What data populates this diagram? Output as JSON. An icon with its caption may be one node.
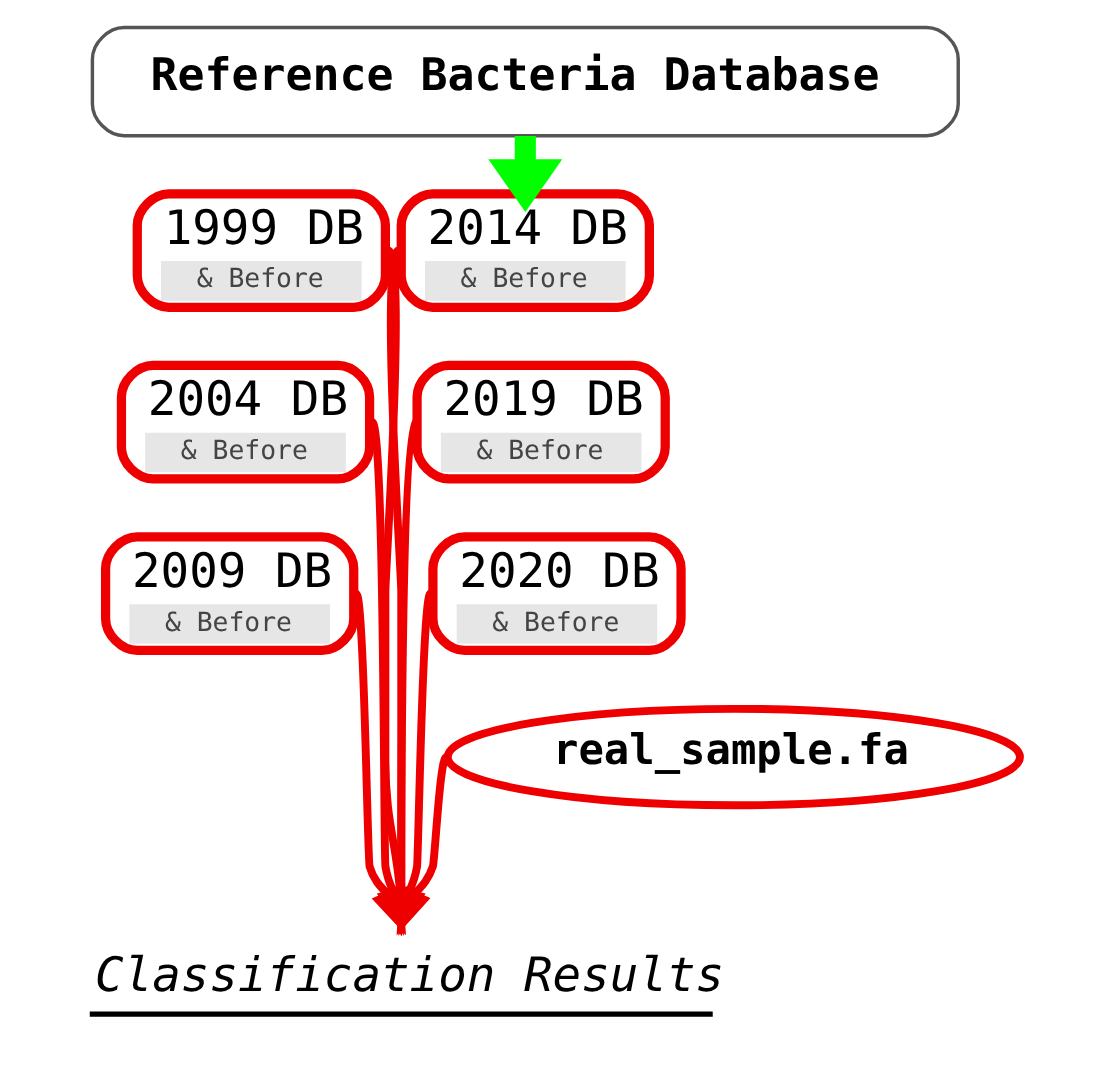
{
  "diagram": {
    "nodes": [
      {
        "text": [
          "Reference Bacteria Database"
        ]
      },
      {
        "text": [
          "1999 DB",
          "& Before"
        ]
      },
      {
        "text": [
          "2014 DB",
          "& Before"
        ]
      },
      {
        "text": [
          "2004 DB",
          "& Before"
        ]
      },
      {
        "text": [
          "2019 DB",
          "& Before"
        ]
      },
      {
        "text": [
          "2009 DB",
          "& Before"
        ]
      },
      {
        "text": [
          "2020 DB",
          "& Before"
        ]
      },
      {
        "text": [
          "real_sample.fa"
        ]
      },
      {
        "text": [
          "Classification Results"
        ]
      }
    ],
    "edges": [
      {
        "from": 0,
        "to": 2,
        "arrow": "to",
        "style": "thick",
        "color": "#00ff00"
      },
      {
        "from": 1,
        "to": 8,
        "arrow": "to"
      },
      {
        "from": 2,
        "to": 8,
        "arrow": "to"
      },
      {
        "from": 3,
        "to": 8,
        "arrow": "to"
      },
      {
        "from": 4,
        "to": 8,
        "arrow": "to"
      },
      {
        "from": 5,
        "to": 8,
        "arrow": "to"
      },
      {
        "from": 6,
        "to": 8,
        "arrow": "to"
      },
      {
        "from": 7,
        "to": 8,
        "arrow": "to"
      }
    ]
  }
}
